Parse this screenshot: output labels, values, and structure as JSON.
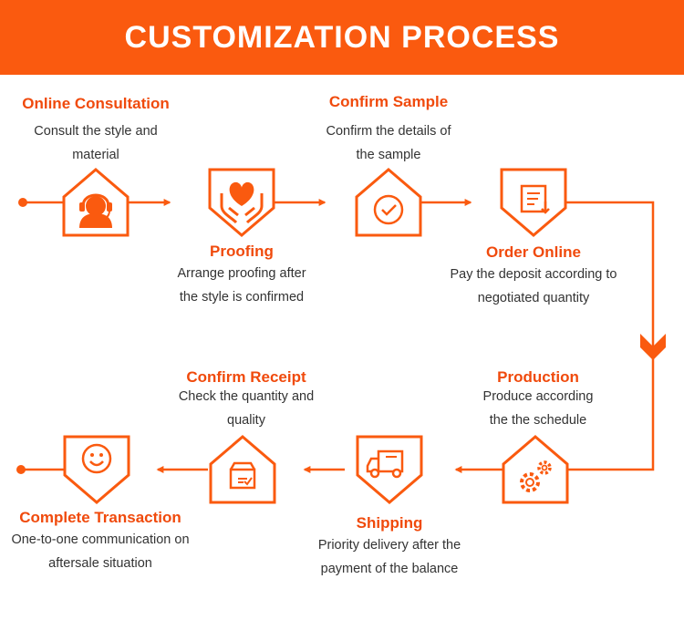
{
  "header": {
    "title": "CUSTOMIZATION PROCESS"
  },
  "colors": {
    "accent": "#fa5a0f",
    "title_text": "#f04a0c",
    "body_text": "#333333",
    "banner_text": "#ffffff"
  },
  "steps": [
    {
      "icon": "headset-agent-icon",
      "title": "Online Consultation",
      "desc_lines": [
        "Consult the style and",
        "material"
      ]
    },
    {
      "icon": "heart-hands-icon",
      "title": "Proofing",
      "desc_lines": [
        "Arrange proofing after",
        "the style is confirmed"
      ]
    },
    {
      "icon": "check-circle-icon",
      "title": "Confirm Sample",
      "desc_lines": [
        "Confirm the details of",
        "the sample"
      ]
    },
    {
      "icon": "document-download-icon",
      "title": "Order Online",
      "desc_lines": [
        "Pay the deposit according to",
        "negotiated quantity"
      ]
    },
    {
      "icon": "gears-icon",
      "title": "Production",
      "desc_lines": [
        "Produce according",
        "the the schedule"
      ]
    },
    {
      "icon": "delivery-truck-icon",
      "title": "Shipping",
      "desc_lines": [
        "Priority delivery after the",
        "payment of the balance"
      ]
    },
    {
      "icon": "package-box-icon",
      "title": "Confirm Receipt",
      "desc_lines": [
        "Check the quantity and",
        "quality"
      ]
    },
    {
      "icon": "smiley-face-icon",
      "title": "Complete Transaction",
      "desc_lines": [
        "One-to-one communication on",
        "aftersale situation"
      ]
    }
  ]
}
